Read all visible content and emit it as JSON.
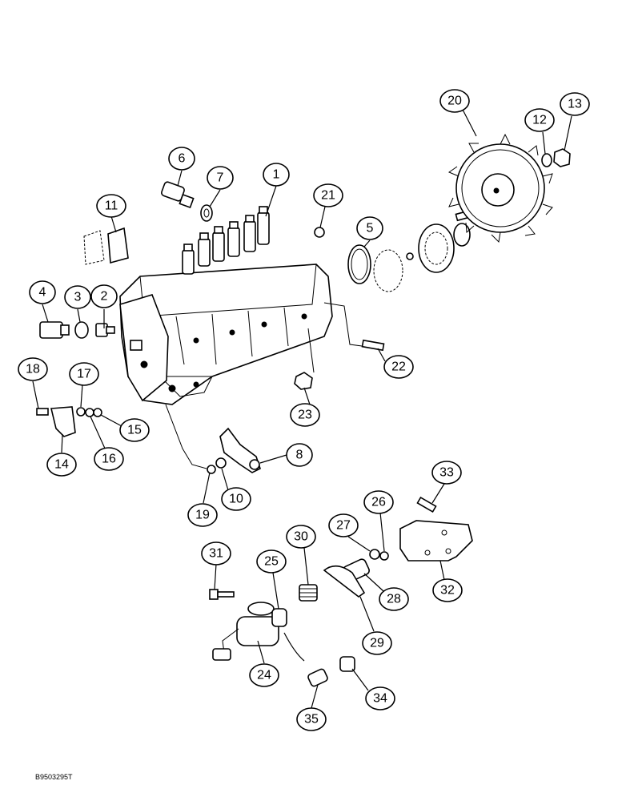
{
  "reference_code": "B9503295T",
  "callouts": [
    {
      "id": "1"
    },
    {
      "id": "2"
    },
    {
      "id": "3"
    },
    {
      "id": "4"
    },
    {
      "id": "5"
    },
    {
      "id": "6"
    },
    {
      "id": "7"
    },
    {
      "id": "8"
    },
    {
      "id": "10"
    },
    {
      "id": "11"
    },
    {
      "id": "12"
    },
    {
      "id": "13"
    },
    {
      "id": "14"
    },
    {
      "id": "15"
    },
    {
      "id": "16"
    },
    {
      "id": "17"
    },
    {
      "id": "18"
    },
    {
      "id": "19"
    },
    {
      "id": "20"
    },
    {
      "id": "21"
    },
    {
      "id": "22"
    },
    {
      "id": "23"
    },
    {
      "id": "24"
    },
    {
      "id": "25"
    },
    {
      "id": "26"
    },
    {
      "id": "27"
    },
    {
      "id": "28"
    },
    {
      "id": "29"
    },
    {
      "id": "30"
    },
    {
      "id": "31"
    },
    {
      "id": "32"
    },
    {
      "id": "33"
    },
    {
      "id": "34"
    },
    {
      "id": "35"
    }
  ]
}
